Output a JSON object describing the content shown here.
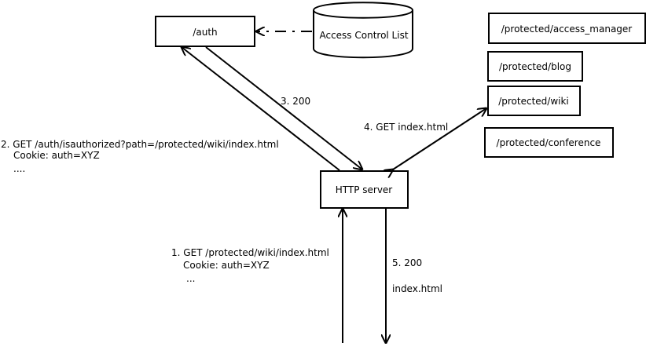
{
  "nodes": {
    "auth": "/auth",
    "acl": "Access Control List",
    "http_server": "HTTP server",
    "access_manager": "/protected/access_manager",
    "blog": "/protected/blog",
    "wiki": "/protected/wiki",
    "conference": "/protected/conference"
  },
  "labels": {
    "step1": [
      "1. GET /protected/wiki/index.html",
      "Cookie: auth=XYZ",
      "..."
    ],
    "step2": [
      "2. GET /auth/isauthorized?path=/protected/wiki/index.html",
      "Cookie: auth=XYZ",
      "...."
    ],
    "step3": "3. 200",
    "step4": "4. GET index.html",
    "step5": [
      "5. 200",
      "index.html"
    ]
  }
}
